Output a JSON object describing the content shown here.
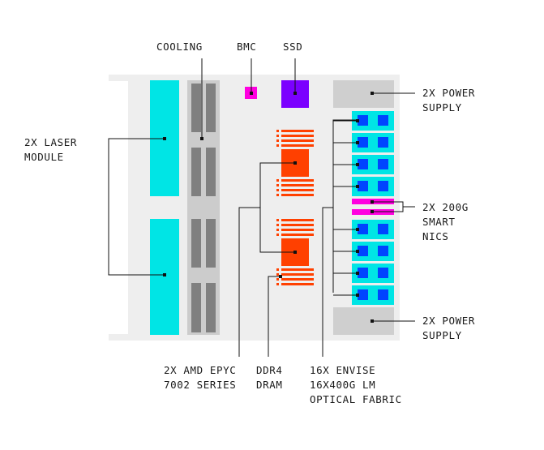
{
  "labels": {
    "cooling": "COOLING",
    "bmc": "BMC",
    "ssd": "SSD",
    "laser_line1": "2X LASER",
    "laser_line2": "MODULE",
    "power_top_line1": "2X POWER",
    "power_top_line2": "SUPPLY",
    "nics_line1": "2X 200G",
    "nics_line2": "SMART",
    "nics_line3": "NICS",
    "power_bottom_line1": "2X POWER",
    "power_bottom_line2": "SUPPLY",
    "cpu_line1": "2X AMD EPYC",
    "cpu_line2": "7002 SERIES",
    "ddr_line1": "DDR4",
    "ddr_line2": "DRAM",
    "fabric_line1": "16X ENVISE",
    "fabric_line2": "16X400G LM",
    "fabric_line3": "OPTICAL FABRIC"
  },
  "colors": {
    "chassis": "#eeeeee",
    "laser": "#00e5e5",
    "cooling_block": "#cccccc",
    "fan": "#808080",
    "bmc": "#ff00e0",
    "ssd": "#7b00ff",
    "cpu": "#ff4000",
    "dram": "#ff4000",
    "power": "#cfcfcf",
    "envise_bg": "#00e5e5",
    "envise_chip": "#0044ff",
    "nic": "#ff00e0",
    "line": "#111111"
  }
}
